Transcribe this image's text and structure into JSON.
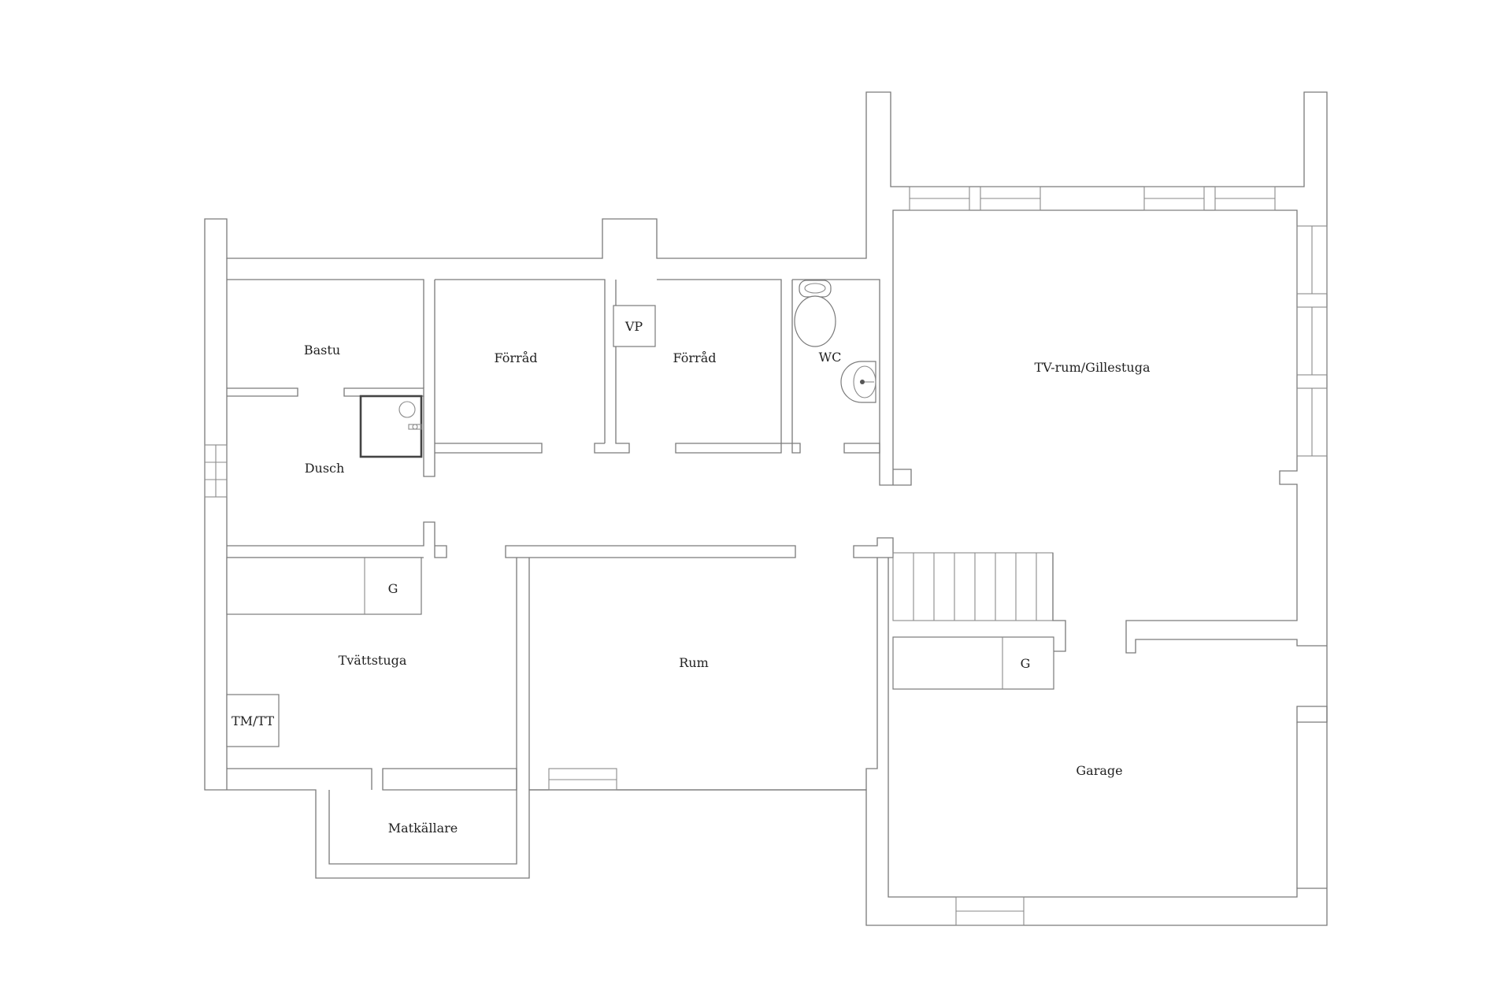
{
  "rooms": {
    "bastu": "Bastu",
    "dusch": "Dusch",
    "forrad_1": "Förråd",
    "forrad_2": "Förråd",
    "vp": "VP",
    "wc": "WC",
    "tv_rum": "TV-rum/Gillestuga",
    "g_tvatt": "G",
    "tvattstuga": "Tvättstuga",
    "tm_tt": "TM/TT",
    "rum": "Rum",
    "g_stair": "G",
    "garage": "Garage",
    "matkallare": "Matkällare"
  }
}
